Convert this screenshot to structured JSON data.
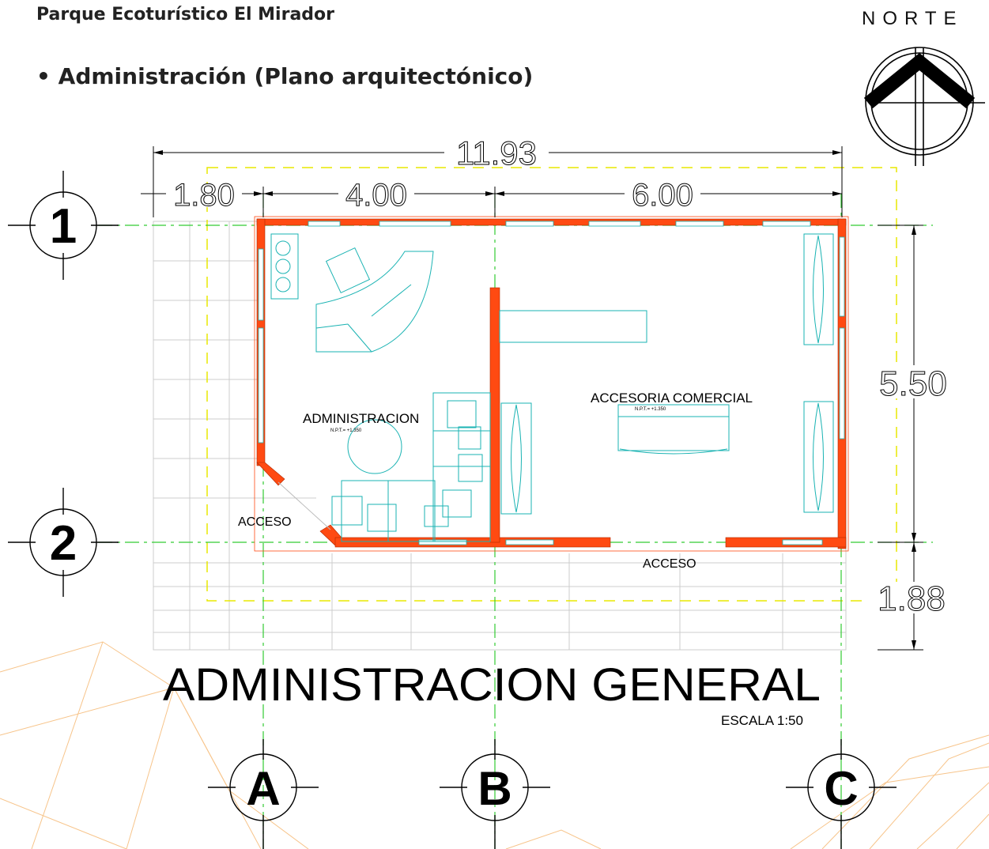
{
  "header": {
    "site_title": "Parque Ecoturístico El Mirador",
    "sheet_title": "• Administración (Plano arquitectónico)"
  },
  "north_arrow": {
    "label": "NORTE",
    "icon": "north-arrow-icon"
  },
  "dimensions": {
    "overall_width": "11.93",
    "segment_1": "1.80",
    "segment_2": "4.00",
    "segment_3": "6.00",
    "depth": "5.50",
    "porch_depth": "1.88"
  },
  "axes": {
    "row_1": "1",
    "row_2": "2",
    "col_a": "A",
    "col_b": "B",
    "col_c": "C"
  },
  "rooms": {
    "administracion": {
      "name": "ADMINISTRACION",
      "level": "N.P.T.= +1.350"
    },
    "accesoria": {
      "name": "ACCESORIA COMERCIAL",
      "level": "N.P.T.= +1.350"
    }
  },
  "labels": {
    "acceso_left": "ACCESO",
    "acceso_bottom": "ACCESO"
  },
  "drawing": {
    "title": "ADMINISTRACION GENERAL",
    "scale": "ESCALA 1:50"
  },
  "colors": {
    "wall": "#ff4a12",
    "furniture": "#1ab3b3",
    "grid_line": "#33cc33",
    "yellow_line": "#e8e800",
    "background_lines": "#f7c48a"
  }
}
